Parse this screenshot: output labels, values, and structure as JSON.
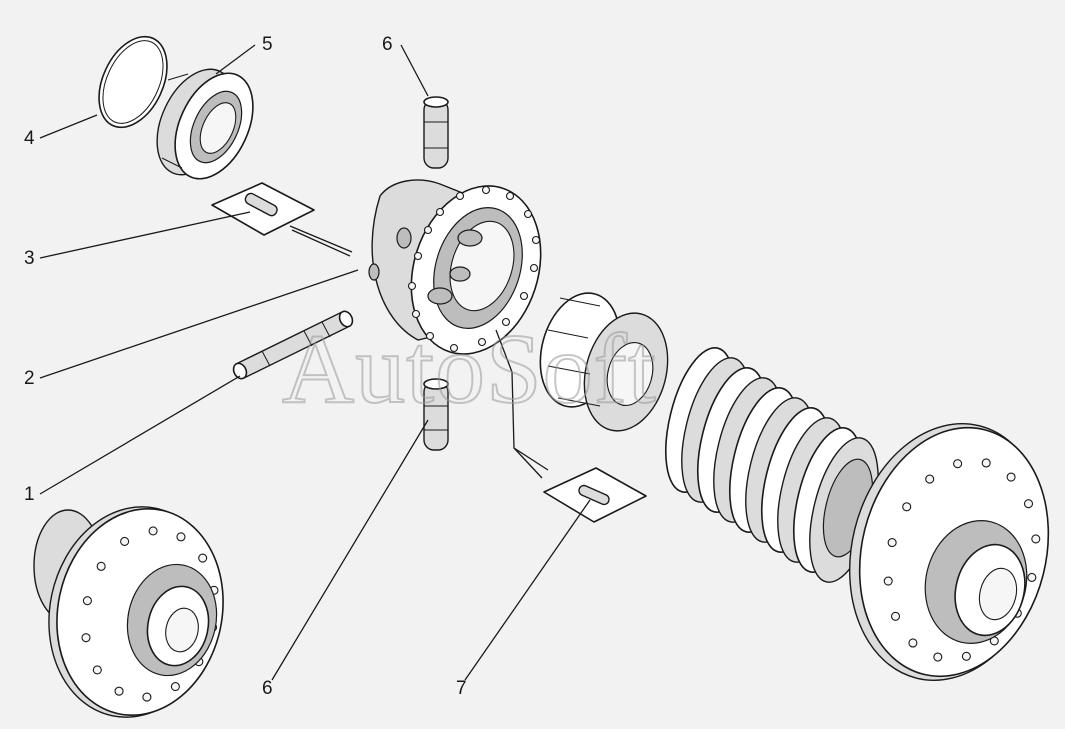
{
  "callouts": {
    "c1": "1",
    "c2": "2",
    "c3": "3",
    "c4": "4",
    "c5": "5",
    "c6_top": "6",
    "c6_bottom": "6",
    "c7": "7"
  },
  "watermark": "AutoSoft"
}
